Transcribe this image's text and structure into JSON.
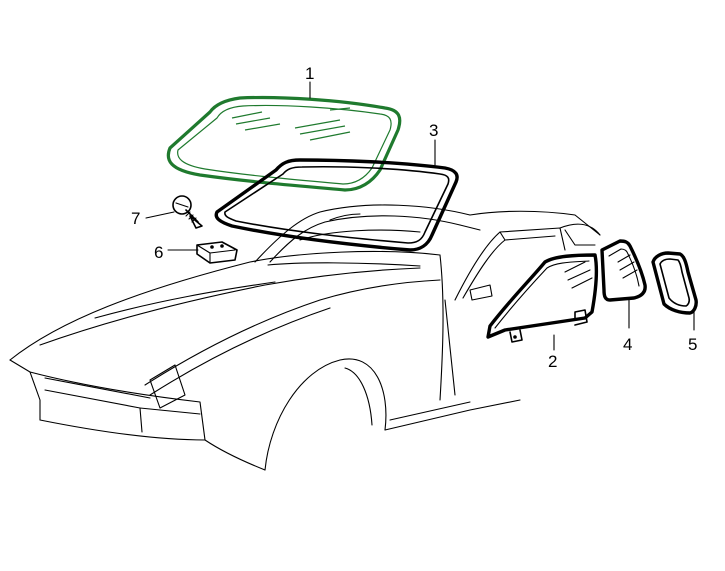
{
  "callouts": {
    "c1": "1",
    "c2": "2",
    "c3": "3",
    "c4": "4",
    "c5": "5",
    "c6": "6",
    "c7": "7"
  },
  "colors": {
    "windshield_outline": "#1f7a2e",
    "line": "#000000",
    "background": "#ffffff"
  }
}
